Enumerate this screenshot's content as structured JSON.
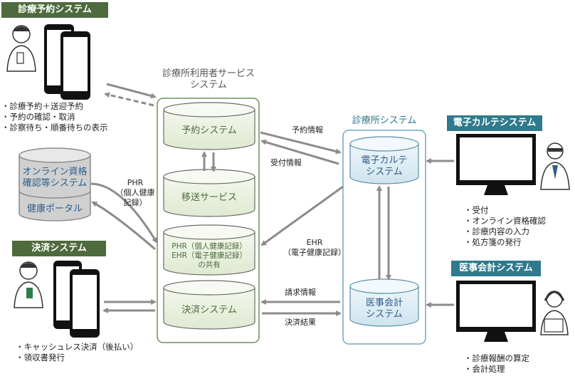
{
  "reservation_system": {
    "title": "診療予約システム",
    "features": [
      "診療予約＋送迎予約",
      "予約の確認・取消",
      "診察待ち・順番待ちの表示"
    ]
  },
  "payment_system": {
    "title": "決済システム",
    "features": [
      "キャッシュレス決済（後払い）",
      "領収書発行"
    ]
  },
  "external_db": {
    "line1": "オンライン資格",
    "line2": "確認等システム",
    "portal": "健康ポータル"
  },
  "user_service_system": {
    "title_line1": "診療所利用者サービス",
    "title_line2": "システム",
    "modules": {
      "reservation": "予約システム",
      "transport": "移送サービス",
      "phr_line1": "PHR（個人健康記録）",
      "phr_line2": "EHR（電子健康記録）",
      "phr_line3": "の共有",
      "payment": "決済システム"
    }
  },
  "clinic_system": {
    "title": "診療所システム",
    "emr_line1": "電子カルテ",
    "emr_line2": "システム",
    "accounting_line1": "医事会計",
    "accounting_line2": "システム"
  },
  "emr_system": {
    "title": "電子カルテシステム",
    "features": [
      "受付",
      "オンライン資格確認",
      "診療内容の入力",
      "処方箋の発行"
    ]
  },
  "medical_accounting_system": {
    "title": "医事会計システム",
    "features": [
      "診療報酬の算定",
      "会計処理"
    ]
  },
  "labels": {
    "phr_line1": "PHR",
    "phr_line2": "（個人健康",
    "phr_line3": "記録）",
    "reservation_info": "予約情報",
    "reception_info": "受付情報",
    "ehr_line1": "EHR",
    "ehr_line2": "（電子健康記録）",
    "billing_info": "請求情報",
    "payment_result": "決済結果"
  },
  "colors": {
    "green_header": "#4e6b3e",
    "teal_header": "#2f7a8c",
    "cylinder_green": "#e6efd9",
    "cylinder_blue": "#d9ebf3",
    "arrow_gray": "#8c8c8c"
  }
}
